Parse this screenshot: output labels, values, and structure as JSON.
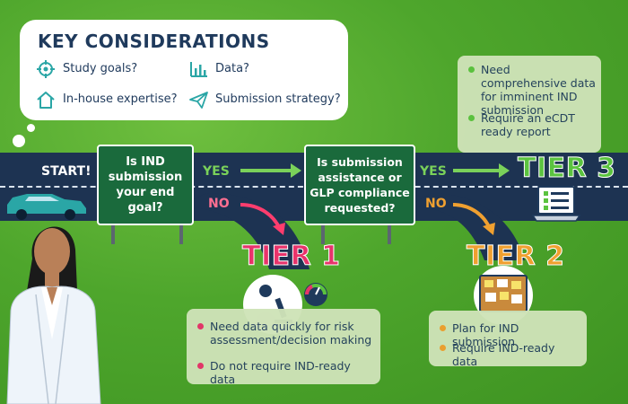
{
  "key_considerations": {
    "title": "KEY CONSIDERATIONS",
    "items": [
      {
        "icon": "target-icon",
        "label": "Study goals?"
      },
      {
        "icon": "bar-chart-icon",
        "label": "Data?"
      },
      {
        "icon": "house-icon",
        "label": "In-house expertise?"
      },
      {
        "icon": "paper-plane-icon",
        "label": "Submission strategy?"
      }
    ]
  },
  "road": {
    "start_label": "START!",
    "question1": "Is IND submission your end goal?",
    "question2": "Is submission assistance or GLP compliance requested?",
    "yes1": "YES",
    "no1": "NO",
    "yes2": "YES",
    "no2": "NO"
  },
  "tiers": {
    "tier1": {
      "label": "TIER 1",
      "bullets": [
        "Need data quickly for risk assessment/decision making",
        "Do not require IND-ready data"
      ]
    },
    "tier2": {
      "label": "TIER 2",
      "bullets": [
        "Plan for IND submission",
        "Require IND-ready data"
      ]
    },
    "tier3": {
      "label": "TIER 3",
      "bullets": [
        "Need comprehensive data for imminent IND submission",
        "Require an eCDT ready report"
      ]
    }
  },
  "colors": {
    "navy": "#1f3a5c",
    "road": "#1d3352",
    "tier1": "#e8336b",
    "tier2": "#f0a030",
    "tier3": "#5bc33f",
    "sign_green": "#1a6a3c",
    "teal_icon": "#2aa6a6"
  }
}
